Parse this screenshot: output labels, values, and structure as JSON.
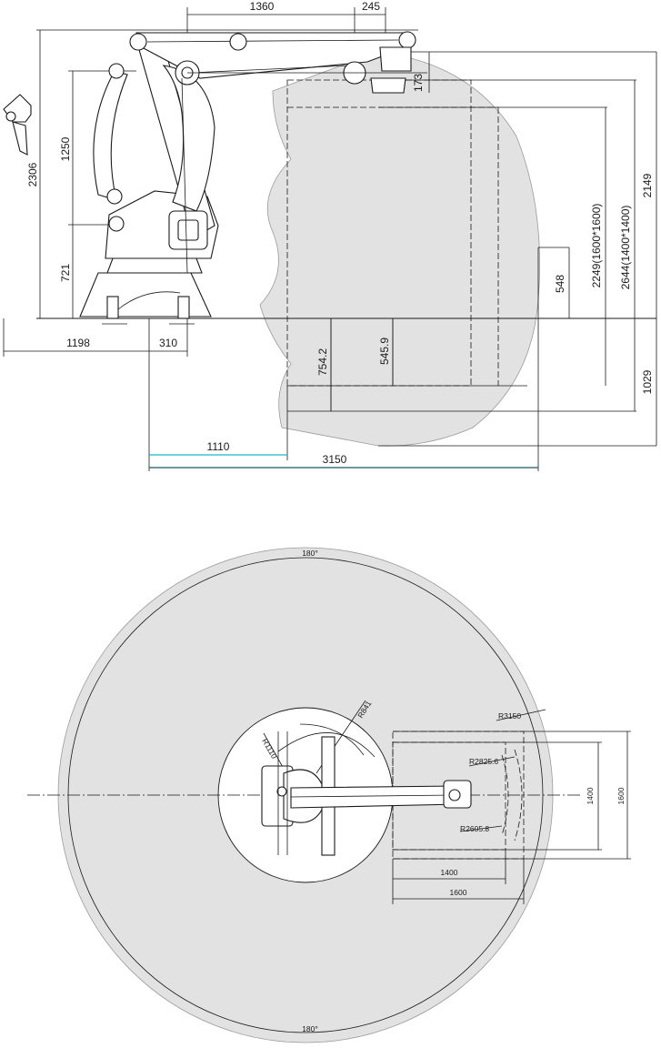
{
  "side_view": {
    "dims": {
      "d1360": "1360",
      "d245": "245",
      "d173": "173",
      "d2306": "2306",
      "d1250": "1250",
      "d721": "721",
      "d2149": "2149",
      "d2644": "2644(1400*1400)",
      "d2249": "2249(1600*1600)",
      "d548": "548",
      "d754": "754.2",
      "d545": "545.9",
      "d1029": "1029",
      "d1198": "1198",
      "d310": "310",
      "d1110": "1110",
      "d3150": "3150"
    }
  },
  "top_view": {
    "labels": {
      "angle_top": "180°",
      "angle_bottom": "180°",
      "r3150": "R3150",
      "r2825": "R2825.6",
      "r2605": "R2605.8",
      "r841": "R841",
      "r1110": "R1110",
      "w1400": "1400",
      "w1600": "1600",
      "h1400": "1400",
      "h1600": "1600"
    }
  },
  "colors": {
    "workspace_fill": "#e2e2e2",
    "line": "#1a1a1a",
    "accent": "#19b6c8"
  }
}
